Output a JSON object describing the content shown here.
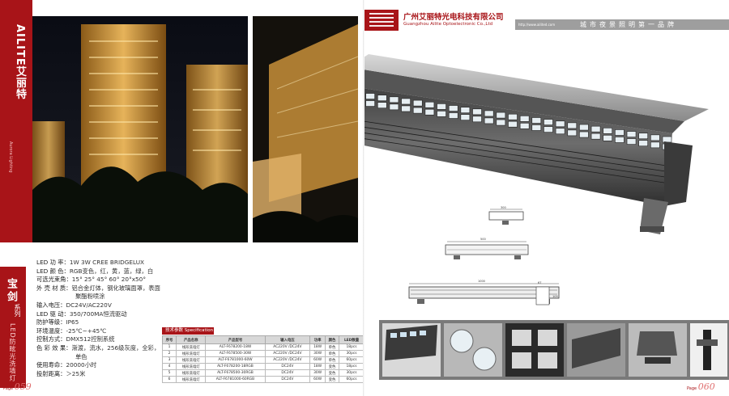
{
  "left_page": {
    "brand_strip": {
      "brand": "AILITE艾丽特",
      "subtitle": "Aurora Lighting"
    },
    "series": {
      "name": "宝剑",
      "tag": "系列",
      "product": "LED防眩光洗墙灯"
    },
    "specs": [
      {
        "label": "LED 功 率：",
        "value": "1W  3W   CREE   BRIDGELUX"
      },
      {
        "label": "LED 颜 色：",
        "value": "RGB变色，红，黄，蓝，绿，白"
      },
      {
        "label": "可选光束角：",
        "value": "15° 25° 45° 60°  20°x50°"
      },
      {
        "label": "外 壳 材 质：",
        "value": "铝合金灯体，钢化玻璃面罩，表面"
      },
      {
        "label": "",
        "value": "聚酯粉喷涂"
      },
      {
        "label": "输入电压：",
        "value": "DC24V/AC220V"
      },
      {
        "label": "LED 驱 动：",
        "value": "350/700MA恒流驱动"
      },
      {
        "label": "防护等级：",
        "value": "IP65"
      },
      {
        "label": "环境温度：",
        "value": "-25℃~+45℃"
      },
      {
        "label": "控制方式：",
        "value": "DMX512控制系统"
      },
      {
        "label": "色 彩 效 果：",
        "value": "渐渡，流水，256级灰度，全彩，"
      },
      {
        "label": "",
        "value": "单色"
      },
      {
        "label": "使用寿命：",
        "value": "20000小时"
      },
      {
        "label": "投射距离：",
        "value": "＞25米"
      }
    ],
    "tech_title": "技术参数  Specification",
    "table": {
      "headers": [
        "序号",
        "产品名称",
        "产品型号",
        "输入电压",
        "功率",
        "颜色",
        "LED数量"
      ],
      "rows": [
        [
          "1",
          "线形洗墙灯",
          "ALT-F678200-18W",
          "AC220V /DC24V",
          "18W",
          "单色",
          "18pcs"
        ],
        [
          "2",
          "线形洗墙灯",
          "ALT-F678500-30W",
          "AC220V /DC24V",
          "30W",
          "单色",
          "30pcs"
        ],
        [
          "3",
          "线形洗墙灯",
          "ALT-F6781000-60W",
          "AC220V /DC24V",
          "60W",
          "单色",
          "60pcs"
        ],
        [
          "4",
          "线形洗墙灯",
          "ALT-F678200-18RGB",
          "DC24V",
          "18W",
          "变色",
          "18pcs"
        ],
        [
          "5",
          "线形洗墙灯",
          "ALT-F678500-30RGB",
          "DC24V",
          "30W",
          "变色",
          "30pcs"
        ],
        [
          "6",
          "线形洗墙灯",
          "ALT-F6781000-60RGB",
          "DC24V",
          "60W",
          "变色",
          "60pcs"
        ]
      ]
    },
    "page_label": "Page",
    "page_number": "059"
  },
  "right_page": {
    "company_cn": "广州艾丽特光电科技有限公司",
    "company_en": "Guangzhou Ailite Optoelectronic Co.,Ltd",
    "website": "http://www.ailited.com",
    "slogan": "城市夜景照明第一品牌",
    "dimensions": {
      "top": "300",
      "mid": "500",
      "long": "1000",
      "end_w": "67",
      "end_h": "105"
    },
    "page_label": "Page",
    "page_number": "060"
  },
  "colors": {
    "brand_red": "#a81418",
    "header_gray": "#9e9e9e"
  }
}
